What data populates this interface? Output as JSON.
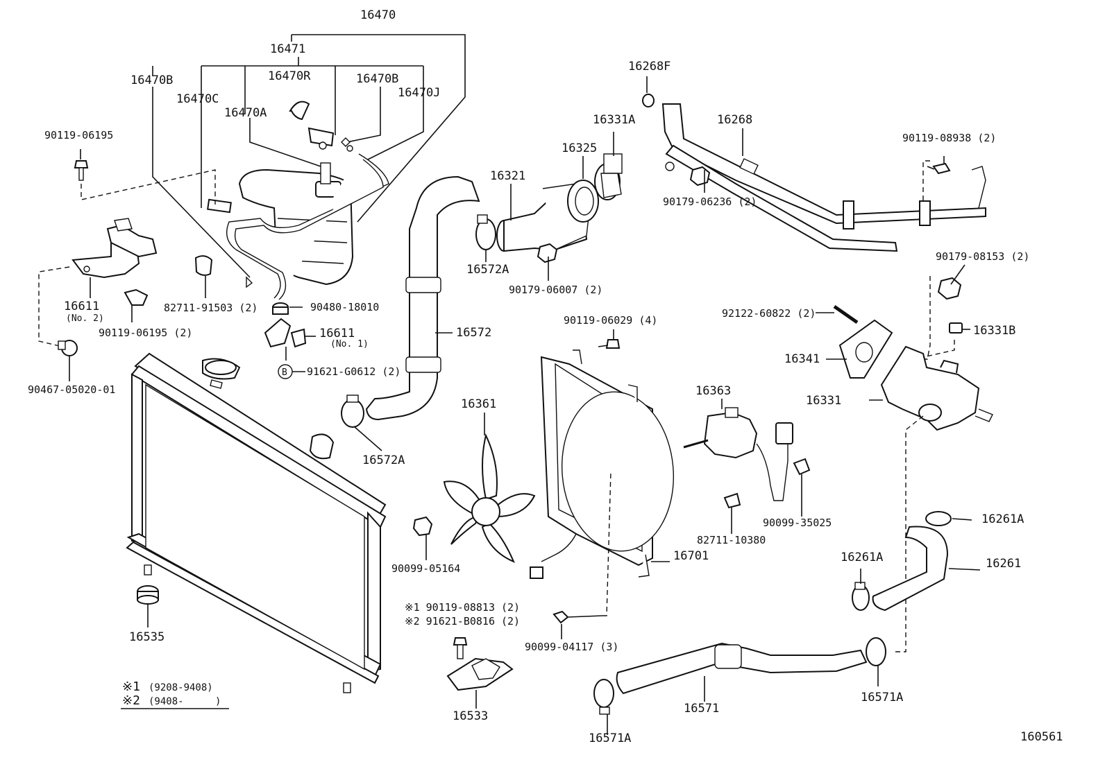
{
  "diagram": {
    "catalog_number": "160561",
    "labels": {
      "p16470": "16470",
      "p16471": "16471",
      "p16470B_left": "16470B",
      "p16470R": "16470R",
      "p16470B_right": "16470B",
      "p16470J": "16470J",
      "p16470C": "16470C",
      "p16470A": "16470A",
      "p90119_06195_top": "90119-06195",
      "p16611_no2": "16611",
      "p16611_no2_note": "(No. 2)",
      "p90119_06195_2": "90119-06195 (2)",
      "p82711_91503": "82711-91503 (2)",
      "p90480_18010": "90480-18010",
      "p16611_no1": "16611",
      "p16611_no1_note": "(No. 1)",
      "p91621_G0612": "91621-G0612 (2)",
      "p91621_marker": "B",
      "p90467_05020": "90467-05020-01",
      "p16535": "16535",
      "p16268F": "16268F",
      "p16268": "16268",
      "p16331A": "16331A",
      "p16325": "16325",
      "p16321": "16321",
      "p16572A_top": "16572A",
      "p90179_06007": "90179-06007 (2)",
      "p16572": "16572",
      "p16572A_bottom": "16572A",
      "p90179_06236": "90179-06236 (2)",
      "p90119_08938": "90119-08938 (2)",
      "p90179_08153": "90179-08153 (2)",
      "p92122_60822": "92122-60822 (2)",
      "p16331B": "16331B",
      "p16341": "16341",
      "p16331": "16331",
      "p90119_06029": "90119-06029 (4)",
      "p16361": "16361",
      "p16363": "16363",
      "p90099_05164": "90099-05164",
      "p82711_10380": "82711-10380",
      "p90099_35025": "90099-35025",
      "p16701": "16701",
      "p90119_08813": "※1 90119-08813 (2)",
      "p91621_B0816": "※2 91621-B0816 (2)",
      "p90099_04117": "90099-04117 (3)",
      "p16533": "16533",
      "p16261A_top": "16261A",
      "p16261A_mid": "16261A",
      "p16261": "16261",
      "p16571": "16571",
      "p16571A_bottom": "16571A",
      "p16571A_right": "16571A"
    },
    "legend": {
      "row1_mark": "※1",
      "row1_range": "(9208-9408)",
      "row2_mark": "※2",
      "row2_range": "(9408-",
      "row2_close": ")"
    }
  }
}
